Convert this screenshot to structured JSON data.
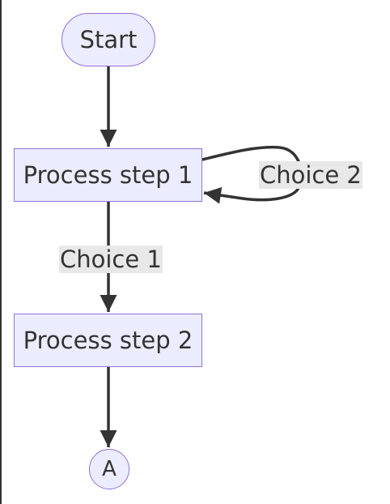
{
  "nodes": {
    "start": "Start",
    "process_1": "Process step 1",
    "process_2": "Process step 2",
    "a": "A"
  },
  "edges": {
    "choice_1": "Choice 1",
    "choice_2": "Choice 2"
  },
  "colors": {
    "node_fill": "#ececff",
    "node_border": "#9370db",
    "edge": "#333333",
    "label_bg": "#e8e8e8",
    "text": "#333333"
  }
}
